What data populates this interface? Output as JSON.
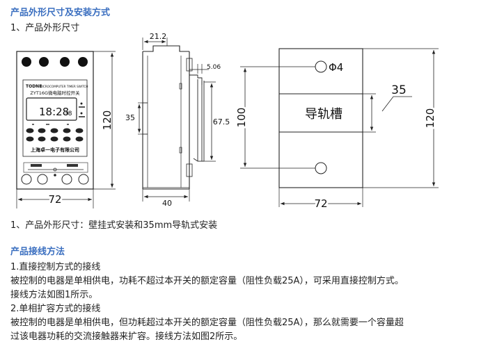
{
  "section1": {
    "title": "产品外形尺寸及安装方式",
    "subtitle": "1、产品外形尺寸"
  },
  "drawing": {
    "front": {
      "brand": "TODNE",
      "eng_line": "MICROCOMPUTER TIMER SWITCH",
      "model": "ZYT16G微电脑时控开关",
      "time": "18:28",
      "seconds": "38",
      "company": "上海卓一电子有限公司",
      "dim_height": "120",
      "dim_width": "72"
    },
    "side": {
      "dim_top": "21.2",
      "dim_right_top": "5.06",
      "dim_left": "35",
      "dim_right": "67.5",
      "dim_bottom": "40"
    },
    "mount": {
      "hole": "Φ4",
      "rail_label": "导轨槽",
      "dim_rail": "35",
      "dim_left": "100",
      "dim_right": "120",
      "dim_bottom": "72"
    }
  },
  "caption": "1、产品外形尺寸：壁挂式安装和35mm导轨式安装",
  "section2": {
    "title": "产品接线方法",
    "item1_title": "1.直接控制方式的接线",
    "item1_line1": "被控制的电器是单相供电，功耗不超过本开关的额定容量（阻性负载25A），可采用直接控制方式。",
    "item1_line2": "接线方法如图1所示。",
    "item2_title": "2.单相扩容方式的接线",
    "item2_line1": "被控制的电器是单相供电，但功耗超过本开关的额定容量（阻性负载25A），那么就需要一个容量超",
    "item2_line2": "过该电器功耗的交流接触器来扩容。接线方法如图2所示。"
  }
}
